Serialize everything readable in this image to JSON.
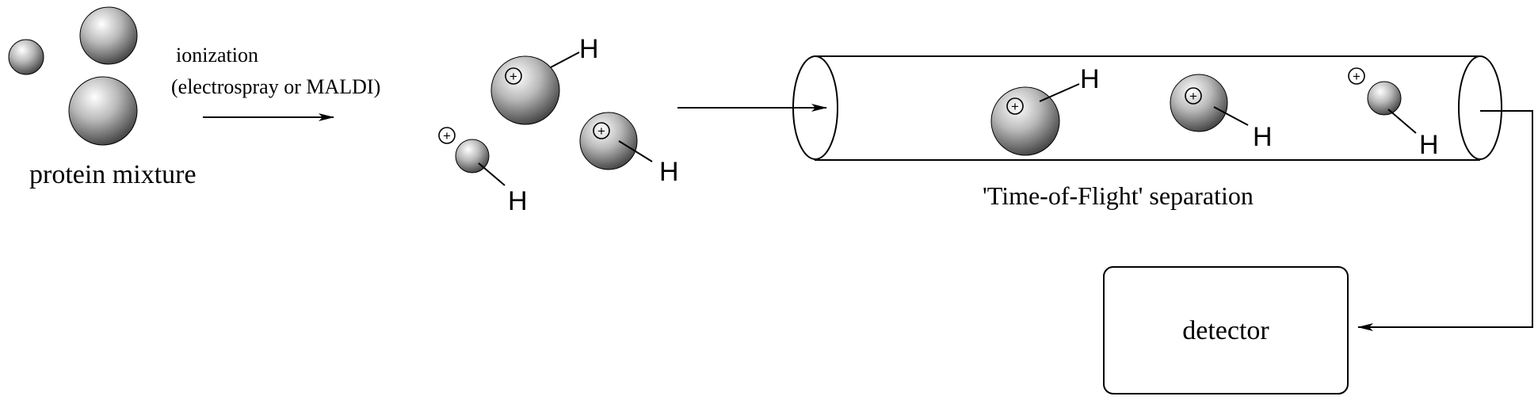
{
  "labels": {
    "ionization_line1": "ionization",
    "ionization_line2": "(electrospray or MALDI)",
    "protein_mixture": "protein mixture",
    "tof_separation": "'Time-of-Flight' separation",
    "detector": "detector"
  },
  "ion_charge_symbol": "+",
  "ion_proton_label": "H",
  "colors": {
    "sphere_highlight": "#ffffff",
    "sphere_mid": "#b9b9b9",
    "sphere_shadow": "#3c3c3c",
    "line": "#000000"
  }
}
